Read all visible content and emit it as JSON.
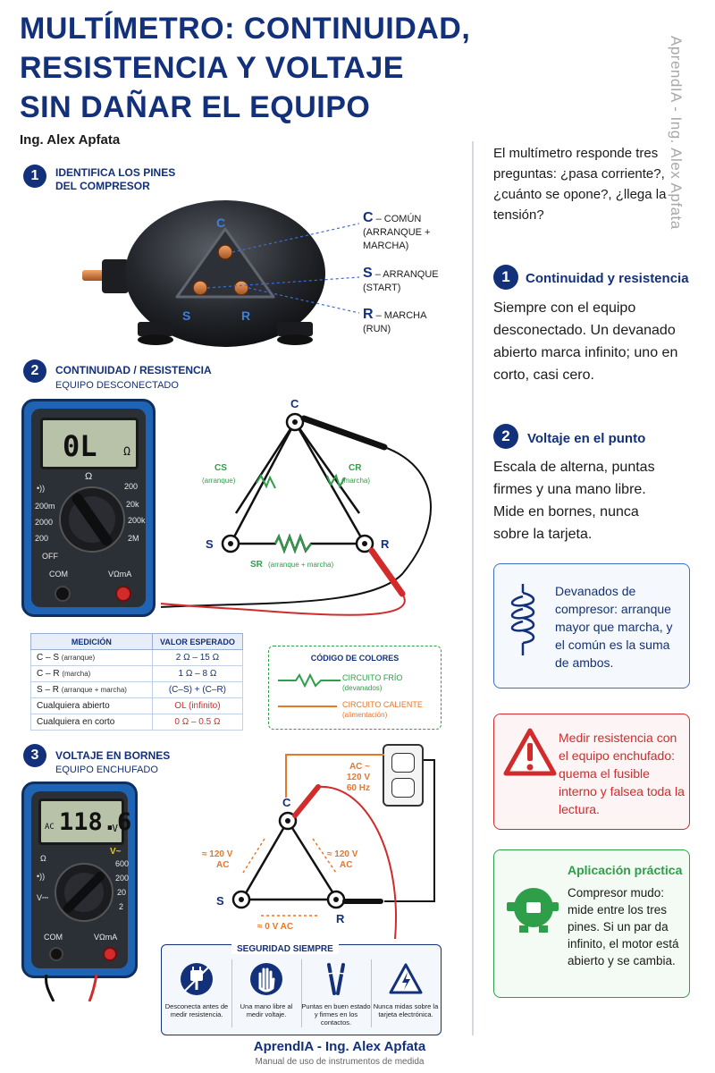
{
  "header": {
    "title_line1": "MULTÍMETRO: CONTINUIDAD,",
    "title_line2": "RESISTENCIA Y VOLTAJE",
    "title_line3": "SIN DAÑAR EL EQUIPO",
    "author": "Ing. Alex Apfata",
    "watermark": "AprendIA - Ing. Alex Apfata"
  },
  "step1": {
    "number": "1",
    "title_line1": "IDENTIFICA LOS PINES",
    "title_line2": "DEL COMPRESOR",
    "pin_c_letter": "C",
    "pin_s_letter": "S",
    "pin_r_letter": "R",
    "label_c_code": "C",
    "label_c_text1": "– COMÚN",
    "label_c_text2": "(ARRANQUE +",
    "label_c_text3": "MARCHA)",
    "label_s_code": "S",
    "label_s_text1": "– ARRANQUE",
    "label_s_text2": "(START)",
    "label_r_code": "R",
    "label_r_text1": "– MARCHA",
    "label_r_text2": "(RUN)"
  },
  "step2": {
    "number": "2",
    "title": "CONTINUIDAD / RESISTENCIA",
    "subtitle": "EQUIPO DESCONECTADO",
    "meter_display": "0L",
    "meter_unit": "Ω",
    "dial_labels": [
      "Ω",
      "200",
      "20k",
      "200k",
      "2M",
      "200",
      "2000",
      "OFF"
    ],
    "dial_200m": "200m",
    "port_com": "COM",
    "port_v": "VΩmA",
    "node_c": "C",
    "node_s": "S",
    "node_r": "R",
    "cs_label": "CS",
    "cs_sub": "(arranque)",
    "cr_label": "CR",
    "cr_sub": "(marcha)",
    "sr_label": "SR",
    "sr_sub": "(arranque + marcha)"
  },
  "table": {
    "headers": [
      "MEDICIÓN",
      "VALOR ESPERADO"
    ],
    "rows": [
      {
        "m": "C – S",
        "note": "(arranque)",
        "v": "2 Ω – 15 Ω"
      },
      {
        "m": "C – R",
        "note": "(marcha)",
        "v": "1 Ω – 8 Ω"
      },
      {
        "m": "S – R",
        "note": "(arranque + marcha)",
        "v": "(C–S) + (C–R)"
      },
      {
        "m": "Cualquiera abierto",
        "note": "",
        "v": "OL (infinito)"
      },
      {
        "m": "Cualquiera en corto",
        "note": "",
        "v": "0 Ω – 0.5 Ω"
      }
    ]
  },
  "color_code": {
    "title": "CÓDIGO DE COLORES",
    "cold_label": "CIRCUITO FRÍO",
    "cold_sub": "(devanados)",
    "hot_label": "CIRCUITO CALIENTE",
    "hot_sub": "(alimentación)",
    "cold_color": "#2e9e48",
    "hot_color": "#e8772a"
  },
  "step3": {
    "number": "3",
    "title": "VOLTAJE EN BORNES",
    "subtitle": "EQUIPO ENCHUFADO",
    "meter_display": "118.6",
    "meter_prefix": "AC",
    "meter_unit": "V",
    "dial_v": "V~",
    "dial_labels": [
      "600",
      "200",
      "20",
      "2"
    ],
    "dial_ohm": "Ω",
    "dial_vdc": "V⎓",
    "port_com": "COM",
    "port_v": "VΩmA",
    "supply_line1": "AC ~",
    "supply_line2": "120 V",
    "supply_line3": "60 Hz",
    "node_c": "C",
    "node_s": "S",
    "node_r": "R",
    "left_v": "≈ 120 V",
    "left_ac": "AC",
    "right_v": "≈ 120 V",
    "right_ac": "AC",
    "bottom_v": "≈ 0 V AC"
  },
  "safety": {
    "title": "SEGURIDAD SIEMPRE",
    "items": [
      {
        "icon": "plug-icon",
        "text": "Desconecta antes de medir resistencia."
      },
      {
        "icon": "hand-icon",
        "text": "Una mano libre al medir voltaje."
      },
      {
        "icon": "probes-icon",
        "text": "Puntas en buen estado y firmes en los contactos."
      },
      {
        "icon": "warning-icon",
        "text": "Nunca midas sobre la tarjeta electrónica."
      }
    ]
  },
  "right": {
    "intro": "El multímetro responde tres preguntas: ¿pasa corriente?, ¿cuánto se opone?, ¿llega la tensión?",
    "s1_num": "1",
    "s1_title": "Continuidad y resistencia",
    "s1_text": "Siempre con el equipo desconectado. Un devanado abierto marca infinito; uno en corto, casi cero.",
    "s2_num": "2",
    "s2_title": "Voltaje en el punto",
    "s2_text": "Escala de alterna, puntas firmes y una mano libre. Mide en bornes, nunca sobre la tarjeta.",
    "card_blue": "Devanados de compresor: arranque mayor que marcha, y el común es la suma de ambos.",
    "card_red": "Medir resistencia con el equipo enchufado: quema el fusible interno y falsea toda la lectura.",
    "card_green_title": "Aplicación práctica",
    "card_green_text": "Compresor mudo: mide entre los tres pines. Si un par da infinito, el motor está abierto y se cambia.",
    "blue_color": "#13307a",
    "red_color": "#d12b2b",
    "green_color": "#2e9e48"
  },
  "footer": {
    "brand": "AprendIA - Ing. Alex Apfata",
    "sub": "Manual de uso de instrumentos de medida"
  }
}
